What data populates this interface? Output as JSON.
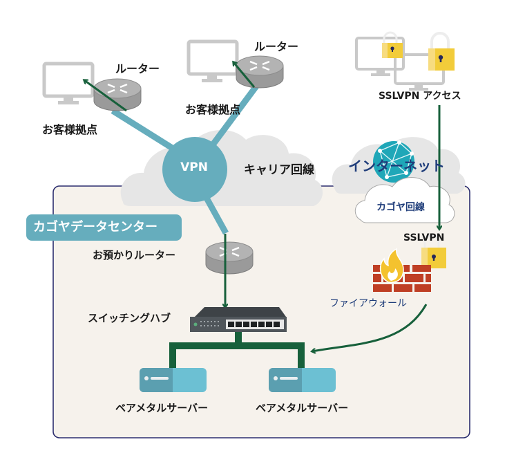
{
  "diagram": {
    "title_area": "カゴヤデータセンター",
    "labels": {
      "router_left": "ルーター",
      "router_mid": "ルーター",
      "site_left": "お客様拠点",
      "site_mid": "お客様拠点",
      "ssl_access": "SSLVPN アクセス",
      "vpn": "VPN",
      "carrier": "キャリア回線",
      "internet": "インターネット",
      "kagoya_line": "カゴヤ回線",
      "sslvpn": "SSLVPN",
      "datacenter": "カゴヤデータセンター",
      "hosted_router": "お預かりルーター",
      "switching_hub": "スイッチングハブ",
      "firewall": "ファイアウォール",
      "server_left": "ベアメタルサーバー",
      "server_right": "ベアメタルサーバー"
    },
    "icons": {
      "monitor": "monitor-icon",
      "router": "router-icon",
      "lock": "padlock-icon",
      "globe": "globe-icon",
      "firewall": "firewall-icon",
      "switch": "switch-hub-icon",
      "server": "server-icon",
      "cloud": "cloud-icon"
    },
    "colors": {
      "vpn_teal": "#66adbd",
      "arrow_green": "#17603b",
      "datacenter_bg": "#f6f2ec",
      "datacenter_border": "#2b2d6e",
      "internet_text": "#1f3d7a",
      "lock_yellow": "#f2cc3a",
      "firewall_red": "#bf3f24"
    }
  }
}
